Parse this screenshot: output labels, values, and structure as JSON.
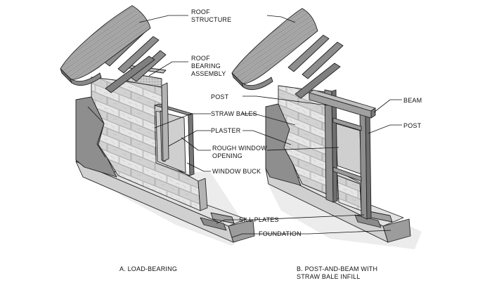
{
  "labels": {
    "roof_structure": [
      "ROOF",
      "STRUCTURE"
    ],
    "roof_bearing_assembly": [
      "ROOF",
      "BEARING",
      "ASSEMBLY"
    ],
    "straw_bales": "STRAW BALES",
    "plaster": "PLASTER",
    "rough_window_opening": [
      "ROUGH WINDOW",
      "OPENING"
    ],
    "window_buck": "WINDOW BUCK",
    "sill_plates": "SILL PLATES",
    "foundation": "FOUNDATION",
    "post_left": "POST",
    "beam": "BEAM",
    "post_right": "POST"
  },
  "captions": {
    "a": "A. LOAD-BEARING",
    "b": [
      "B. POST-AND-BEAM WITH",
      "STRAW BALE INFILL"
    ]
  },
  "colors": {
    "bale": "#dcdcdc",
    "bale_shadow": "#b9b9b9",
    "timber": "#9a9a9a",
    "plaster": "#8e8e8e",
    "foundation": "#c4c4c4",
    "shadow": "#e4e4e4"
  }
}
